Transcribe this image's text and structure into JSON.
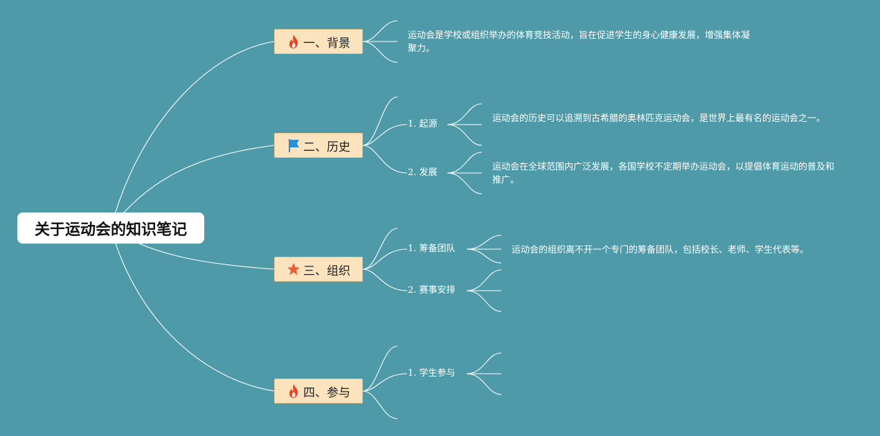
{
  "root": {
    "title": "关于运动会的知识笔记"
  },
  "topics": [
    {
      "label": "一、背景",
      "icon": "fire-icon"
    },
    {
      "label": "二、历史",
      "icon": "flag-icon"
    },
    {
      "label": "三、组织",
      "icon": "star-icon"
    },
    {
      "label": "四、参与",
      "icon": "fire-icon"
    }
  ],
  "background": {
    "note": "运动会是学校或组织举办的体育竞技活动，旨在促进学生的身心健康发展，增强集体凝聚力。"
  },
  "history": {
    "items": [
      {
        "label": "1. 起源",
        "note": "运动会的历史可以追溯到古希腊的奥林匹克运动会，是世界上最有名的运动会之一。"
      },
      {
        "label": "2. 发展",
        "note": "运动会在全球范围内广泛发展，各国学校不定期举办运动会，以提倡体育运动的普及和推广。"
      }
    ]
  },
  "organization": {
    "items": [
      {
        "label": "1. 筹备团队",
        "note": "运动会的组织离不开一个专门的筹备团队，包括校长、老师、学生代表等。"
      },
      {
        "label": "2. 赛事安排"
      }
    ]
  },
  "participation": {
    "items": [
      {
        "label": "1. 学生参与"
      }
    ]
  },
  "colors": {
    "background": "#4f9aa8",
    "topic_fill": "#fbe3bd",
    "fire": "#e8452c",
    "flag": "#2b8fd6",
    "star": "#e7603a"
  }
}
